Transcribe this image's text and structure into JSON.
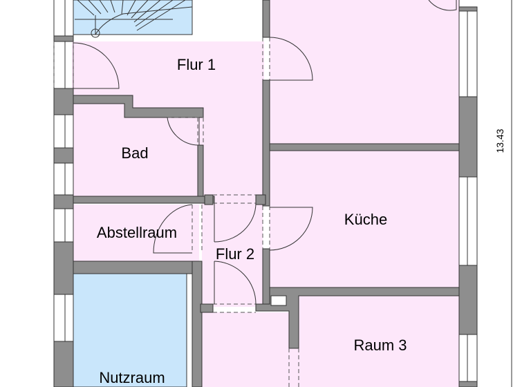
{
  "plan": {
    "colors": {
      "room_fill": "#fde7fa",
      "utility_fill": "#c9e6fb",
      "stair_fill": "#c9e6fb",
      "wall_fill": "#8e8e8e",
      "wall_stroke": "#333333",
      "line": "#333333"
    },
    "rooms": {
      "flur1": "Flur 1",
      "bad": "Bad",
      "abstellraum": "Abstellraum",
      "flur2": "Flur 2",
      "kueche": "Küche",
      "raum3": "Raum 3",
      "nutzraum": "Nutzraum"
    },
    "dimension": "13.43"
  }
}
